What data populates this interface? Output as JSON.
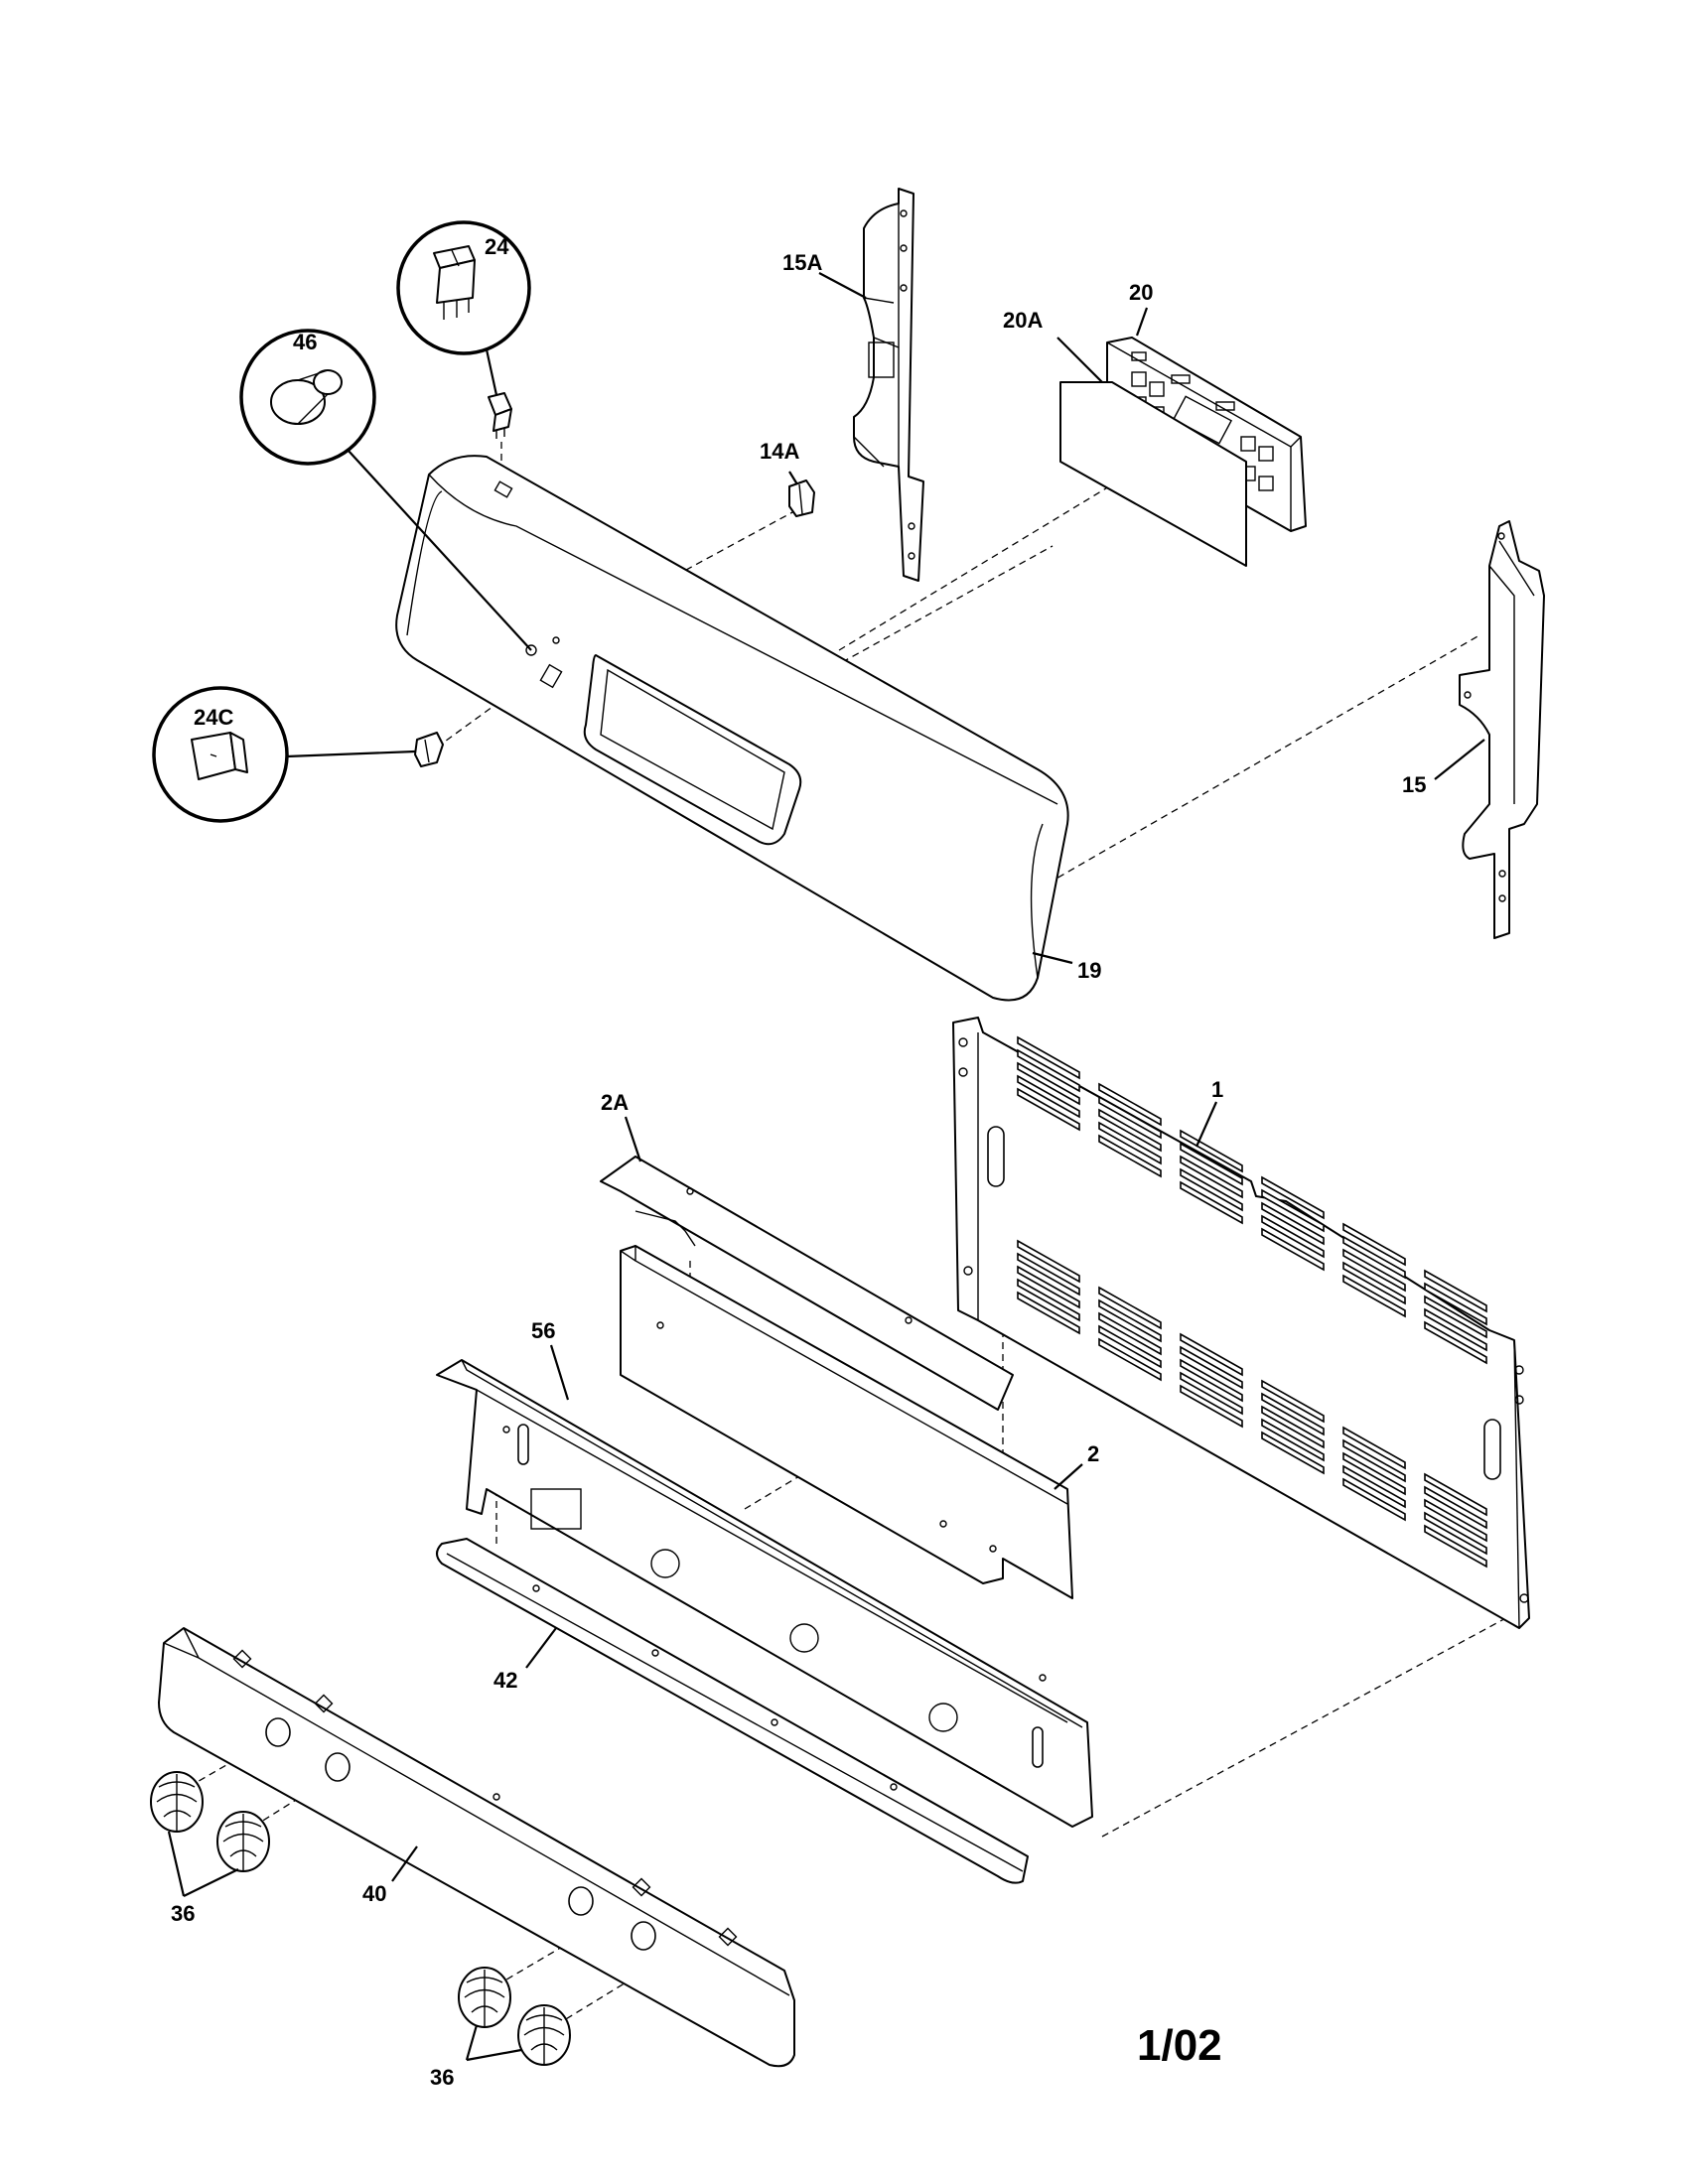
{
  "labels": {
    "p24": "24",
    "p46": "46",
    "p24c": "24C",
    "p15a": "15A",
    "p14a": "14A",
    "p20": "20",
    "p20a": "20A",
    "p15": "15",
    "p19": "19",
    "p1": "1",
    "p2a": "2A",
    "p56": "56",
    "p2": "2",
    "p42": "42",
    "p40": "40",
    "p36a": "36",
    "p36b": "36"
  },
  "date_code": "1/02"
}
